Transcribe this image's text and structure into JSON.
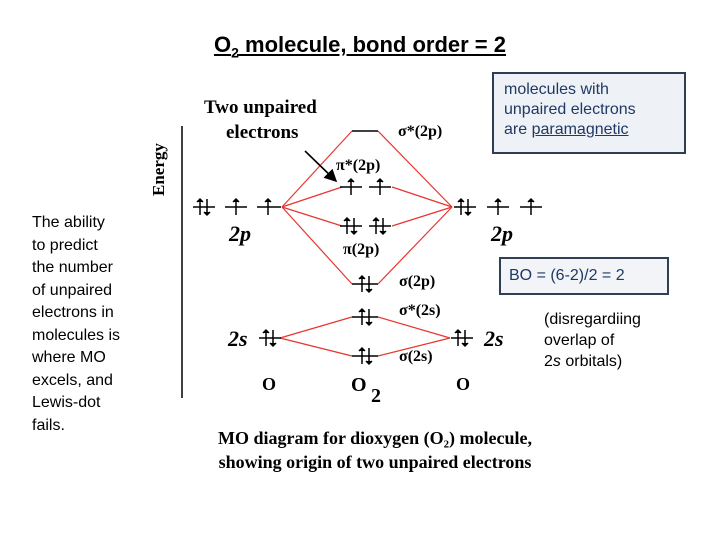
{
  "title": {
    "main": "O",
    "sub": "2",
    "rest": " molecule, bond order = 2"
  },
  "paramagnetic_box": {
    "line1": "molecules with",
    "line2": "unpaired electrons",
    "line3_prefix": "are ",
    "line3_link": "paramagnetic"
  },
  "bond_order_box": "BO = (6-2)/2 = 2",
  "disregard_note": {
    "line1": "(disregardiing",
    "line2": "overlap of",
    "line3_italic": "s",
    "line3_num": "2",
    "line3_rest": " orbitals)"
  },
  "ability_text": [
    "The ability",
    "to predict",
    "the number",
    "of unpaired",
    "electrons in",
    "molecules is",
    "where MO",
    "excels, and",
    "Lewis-dot",
    "fails."
  ],
  "diagram": {
    "unpaired_label_1": "Two unpaired",
    "unpaired_label_2": "electrons",
    "energy_axis": "Energy",
    "mo_sigma_star_2p": "σ*(2p)",
    "mo_pi_star_2p": "π*(2p)",
    "mo_pi_2p": "π(2p)",
    "mo_sigma_2p": "σ(2p)",
    "mo_sigma_star_2s": "σ*(2s)",
    "mo_sigma_2s": "σ(2s)",
    "ao_left_2p": "2p",
    "ao_right_2p": "2p",
    "ao_left_2s": "2s",
    "ao_right_2s": "2s",
    "atom_left": "O",
    "atom_mid": "O",
    "atom_mid_sub": "2",
    "atom_right": "O",
    "line_color": "#e8352e"
  },
  "caption": {
    "line1": "MO diagram for dioxygen (O₂) molecule,",
    "line2": "showing origin of two unpaired electrons"
  }
}
